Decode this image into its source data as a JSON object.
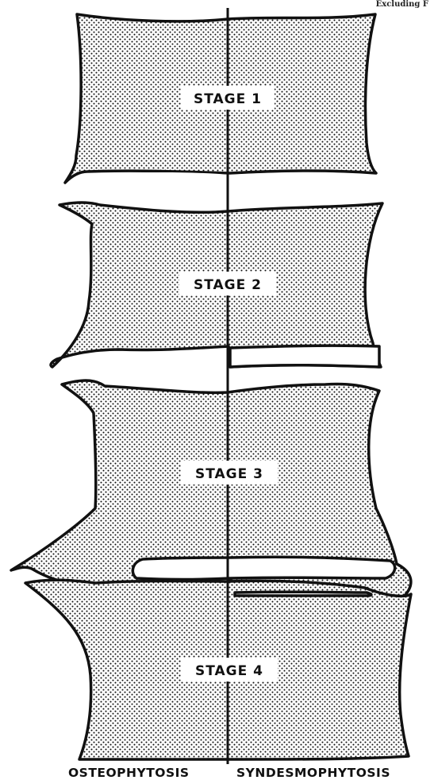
{
  "corner_text": "Excluding F",
  "stages": [
    {
      "label": "STAGE 1"
    },
    {
      "label": "STAGE 2"
    },
    {
      "label": "STAGE 3"
    },
    {
      "label": "STAGE 4"
    }
  ],
  "footer": {
    "left_label": "OSTEOPHYTOSIS",
    "separator": "|",
    "right_label": "SYNDESMOPHYTOSIS"
  },
  "colors": {
    "ink": "#111111",
    "paper": "#ffffff"
  }
}
